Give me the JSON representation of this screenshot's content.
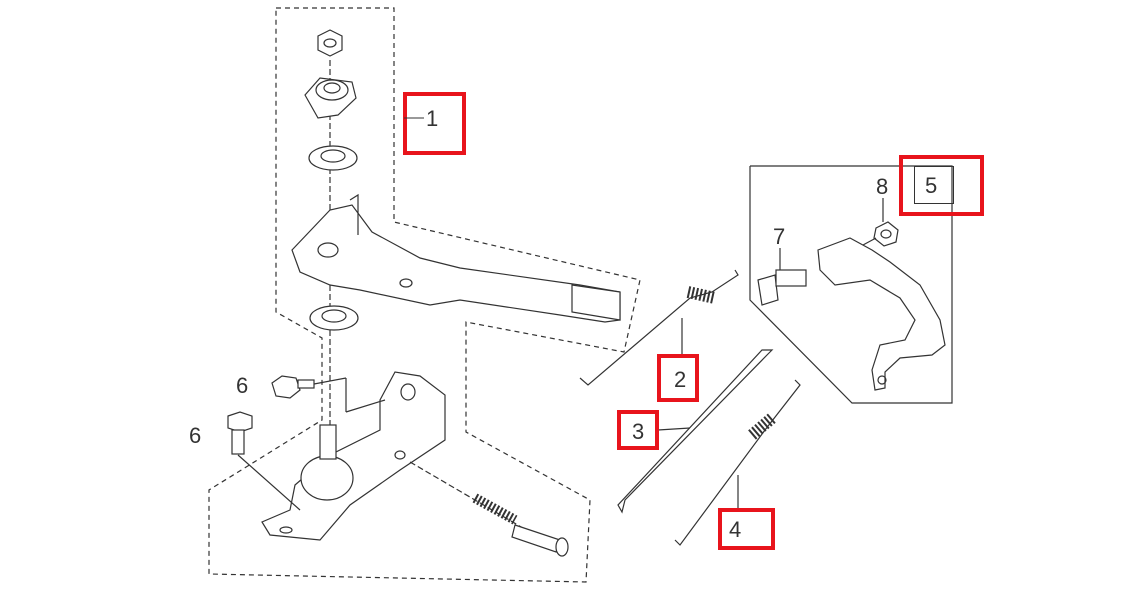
{
  "diagram": {
    "callouts": [
      {
        "id": "callout-1",
        "text": "1",
        "highlighted": true
      },
      {
        "id": "callout-2",
        "text": "2",
        "highlighted": true
      },
      {
        "id": "callout-3",
        "text": "3",
        "highlighted": true
      },
      {
        "id": "callout-4",
        "text": "4",
        "highlighted": true
      },
      {
        "id": "callout-5",
        "text": "5",
        "highlighted": true
      },
      {
        "id": "callout-6a",
        "text": "6",
        "highlighted": false
      },
      {
        "id": "callout-6b",
        "text": "6",
        "highlighted": false
      },
      {
        "id": "callout-7",
        "text": "7",
        "highlighted": false
      },
      {
        "id": "callout-8",
        "text": "8",
        "highlighted": false
      }
    ],
    "highlight_color": "#e8141c",
    "line_color": "#333333"
  }
}
